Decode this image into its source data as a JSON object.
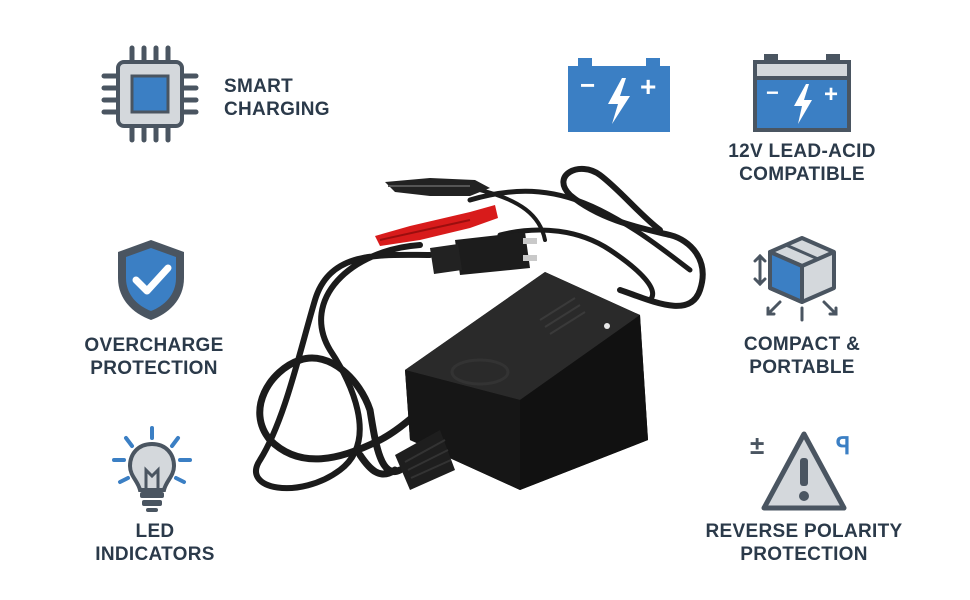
{
  "colors": {
    "icon_blue": "#3b7fc4",
    "icon_gray": "#4a5561",
    "label_text": "#2b3a4a",
    "background": "#ffffff"
  },
  "features": {
    "smart_charging": {
      "line1": "SMART",
      "line2": "CHARGING",
      "icon": "cpu-chip-icon"
    },
    "overcharge": {
      "line1": "OVERCHARGE",
      "line2": "PROTECTION",
      "icon": "shield-check-icon"
    },
    "led": {
      "line1": "LED",
      "line2": "INDICATORS",
      "icon": "light-bulb-icon"
    },
    "battery": {
      "line1": "12V LEAD-ACID",
      "line2": "COMPATIBLE",
      "icon": "battery-icon"
    },
    "compact": {
      "line1": "COMPACT &",
      "line2": "PORTABLE",
      "icon": "box-expand-icon"
    },
    "reverse": {
      "line1": "REVERSE POLARITY",
      "line2": "PROTECTION",
      "icon": "warning-triangle-icon"
    }
  },
  "battery_terminals": {
    "minus": "−",
    "plus": "+"
  },
  "polarity_marks": {
    "plus_minus": "±",
    "flipped": "ꟼ"
  }
}
